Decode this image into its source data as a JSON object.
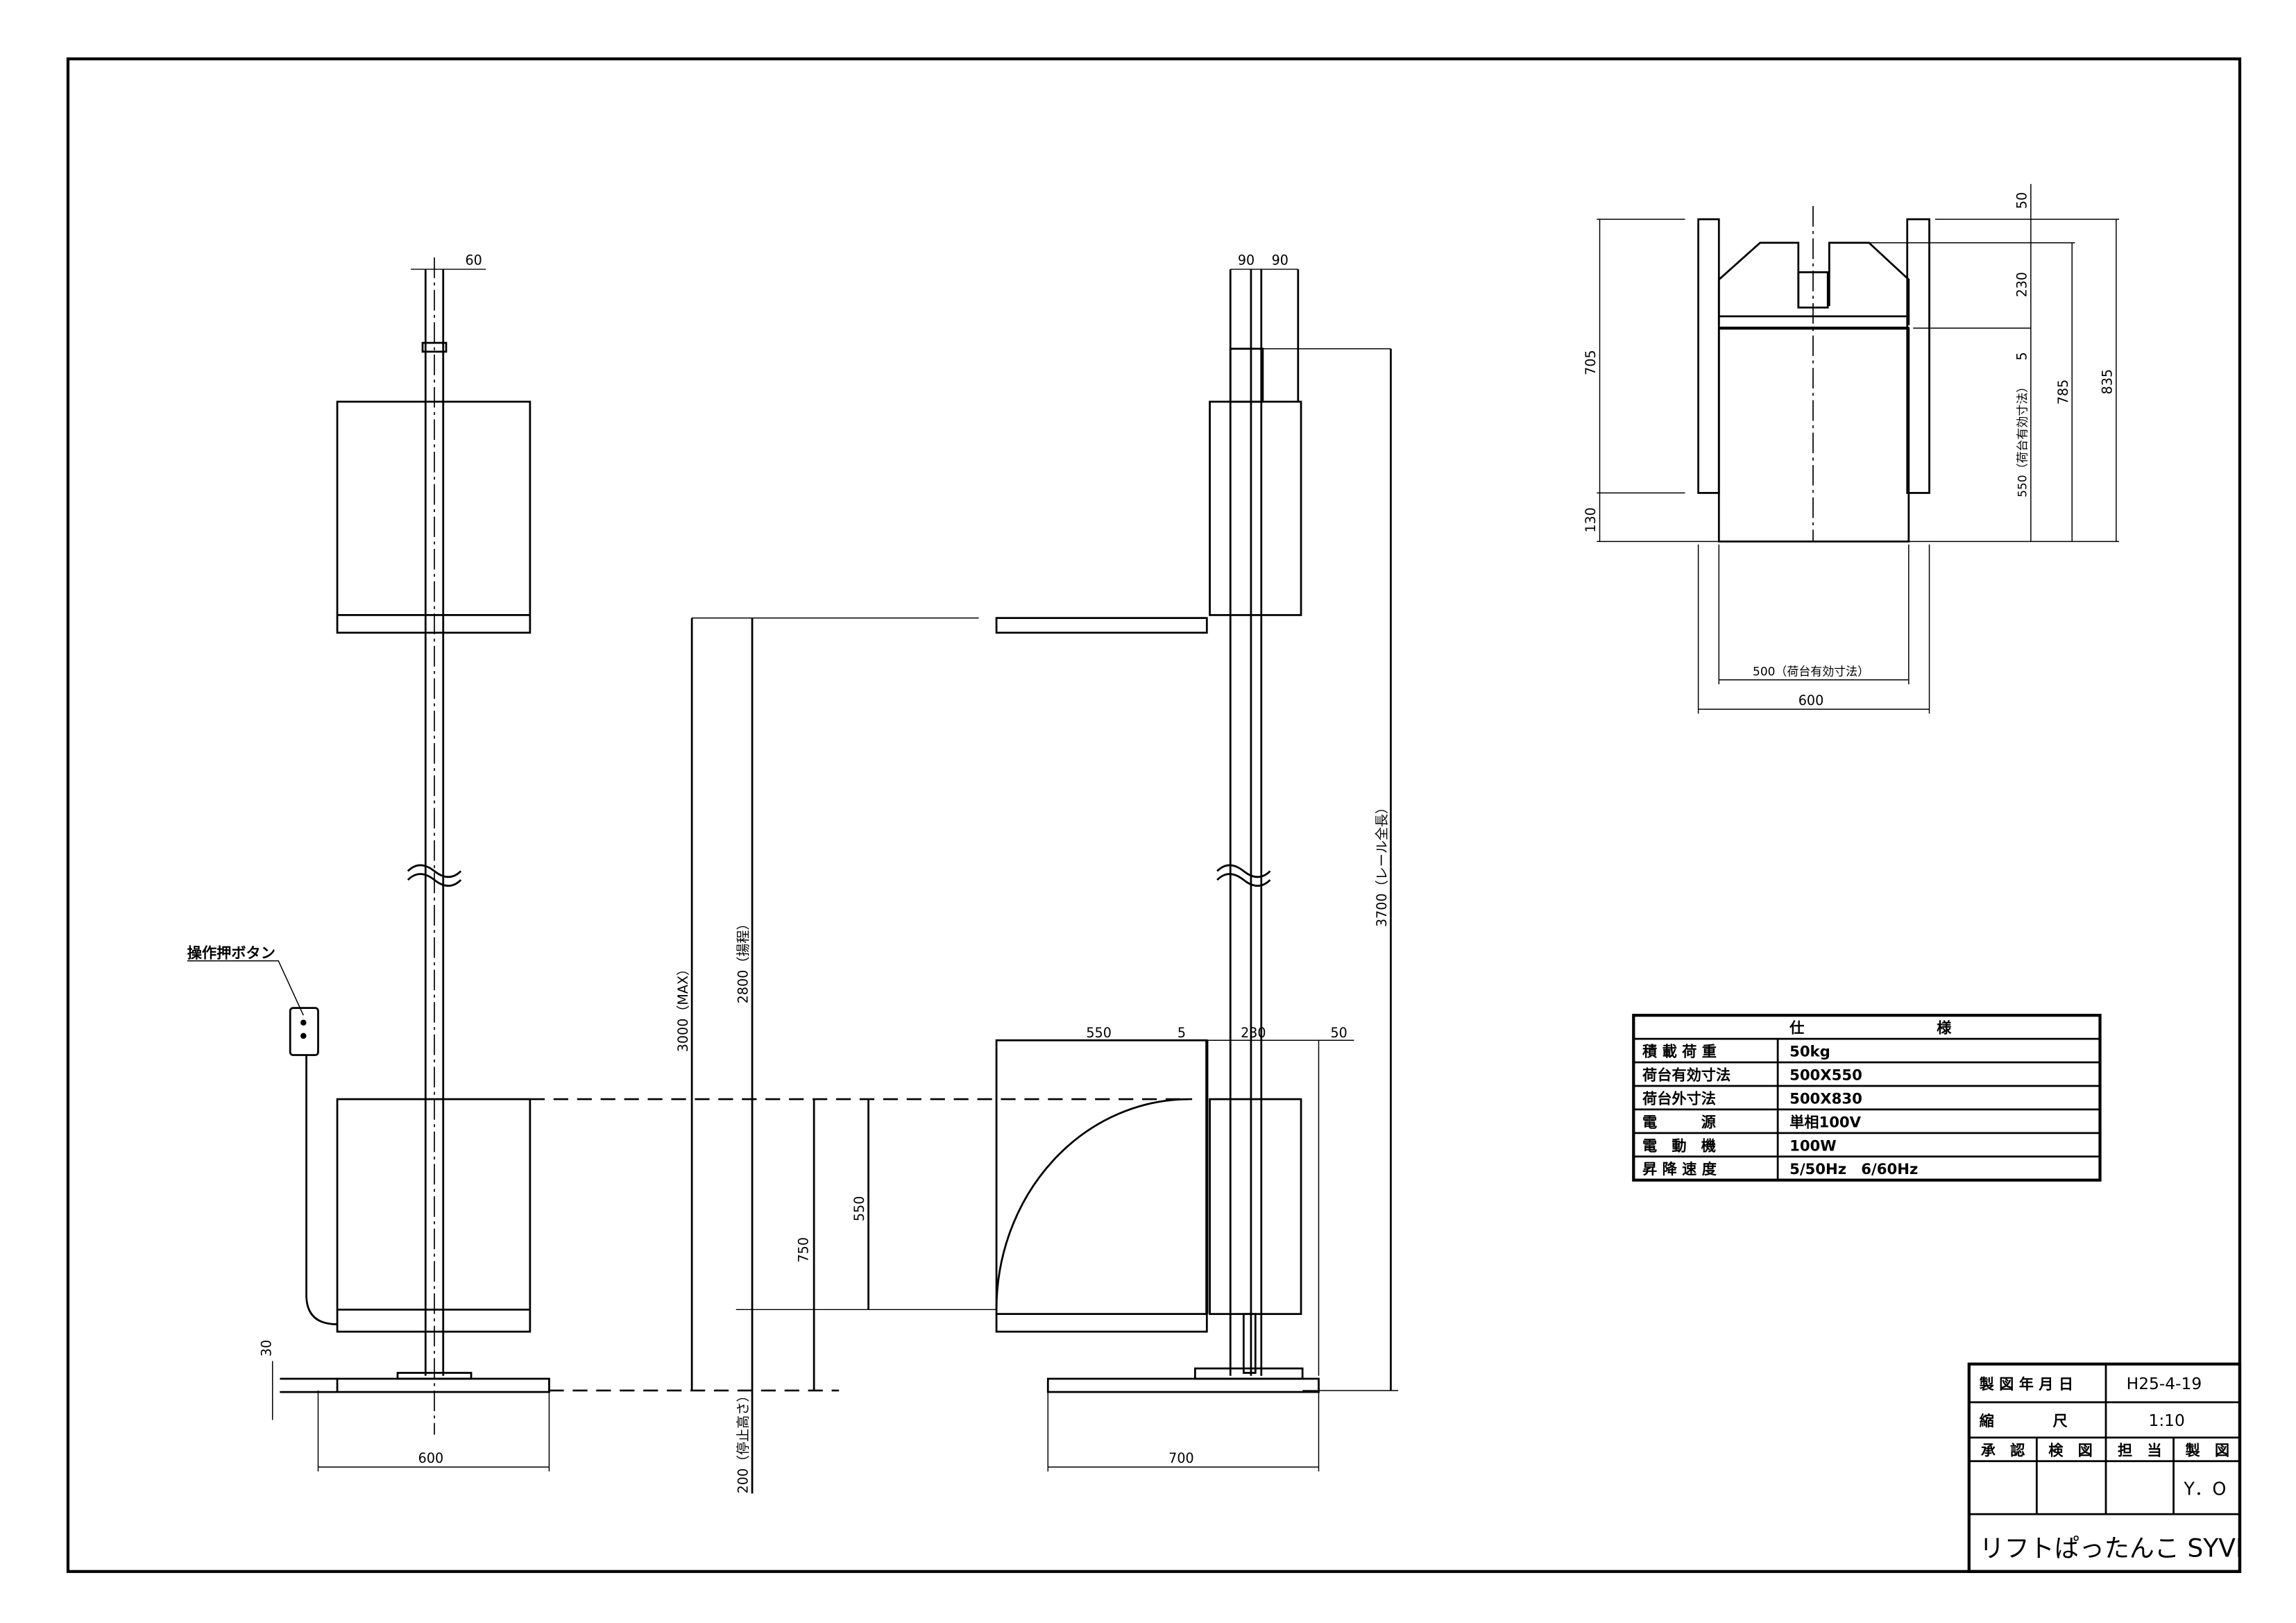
{
  "front_view": {
    "pole_width": "60",
    "base_width": "600",
    "base_height": "30",
    "button_label": "操作押ボタン"
  },
  "height_dims": {
    "max": "3000（MAX）",
    "lift": "2800（揚程）",
    "stop_height": "200（停止高さ）",
    "d750": "750",
    "d550": "550"
  },
  "side_view": {
    "rail_a": "90",
    "rail_b": "90",
    "rail_length": "3700（レール全長）",
    "d550": "550",
    "d5": "5",
    "d230": "230",
    "d50": "50",
    "base_depth": "700"
  },
  "plan_view": {
    "d50": "50",
    "d230": "230",
    "d5": "5",
    "d550": "550（荷台有効寸法）",
    "d785": "785",
    "d835": "835",
    "d705": "705",
    "d130": "130",
    "d500": "500（荷台有効寸法）",
    "d600": "600"
  },
  "spec_table": {
    "header_left": "仕",
    "header_right": "様",
    "rows": [
      {
        "label": "積 載 荷 重",
        "value": "50kg"
      },
      {
        "label": "荷台有効寸法",
        "value": "500X550"
      },
      {
        "label": "荷台外寸法",
        "value": "500X830"
      },
      {
        "label": "電　　　源",
        "value": "単相100V"
      },
      {
        "label": "電　動　機",
        "value": "100W"
      },
      {
        "label": "昇 降 速 度",
        "value": "5/50Hz　6/60Hz"
      }
    ]
  },
  "title_block": {
    "date_label": "製 図 年 月 日",
    "date_value": "H25-4-19",
    "scale_label": "縮　　　　尺",
    "scale_value": "1:10",
    "approve": "承　認",
    "check": "検　図",
    "charge": "担　当",
    "drafted": "製　図",
    "drafter": "Y．O",
    "product_name": "リフトぱったんこ SYVI"
  }
}
